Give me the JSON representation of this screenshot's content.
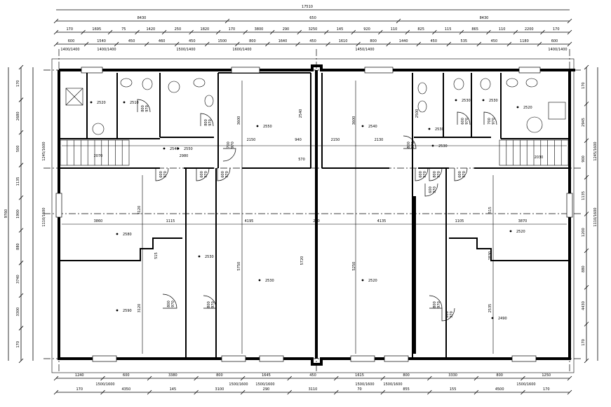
{
  "dims": {
    "top_total": "17510",
    "top_row1": [
      "8430",
      "650",
      "8430"
    ],
    "top_row2": [
      "170",
      "1695",
      "75",
      "1420",
      "250",
      "1820",
      "170",
      "3800",
      "290",
      "3250",
      "145",
      "920",
      "110",
      "825",
      "115",
      "865",
      "110",
      "2200",
      "170"
    ],
    "top_row3": [
      "600",
      "1540",
      "450",
      "460",
      "450",
      "1500",
      "800",
      "1640",
      "450",
      "1610",
      "800",
      "1440",
      "450",
      "535",
      "450",
      "1180",
      "600"
    ],
    "top_row3_sub": [
      "1400/1400",
      "1400/1400",
      "1500/1400",
      "1600/1400",
      "1450/1400",
      "1400/1400"
    ],
    "bottom_row1": [
      "1240",
      "600",
      "3380",
      "800",
      "1645",
      "450",
      "1615",
      "800",
      "3330",
      "800",
      "1250"
    ],
    "bottom_row1_sub": [
      "1500/1600",
      "1500/1600",
      "1500/1600",
      "1500/1600",
      "1500/1600",
      "1500/1600"
    ],
    "bottom_row2": [
      "170",
      "4350",
      "145",
      "3100",
      "290",
      "3110",
      "70",
      "855",
      "155",
      "4500",
      "170"
    ],
    "left_total": "9760",
    "left_col": [
      "170",
      "2680",
      "500",
      "1135",
      "1900",
      "880",
      "3740",
      "3300",
      "170"
    ],
    "left_col_sub": [
      "1245/1600",
      "1110/1600"
    ],
    "right_col": [
      "170",
      "2945",
      "900",
      "1135",
      "1200",
      "880",
      "4430",
      "170"
    ],
    "right_col_sub": [
      "1245/1600",
      "1110/1600"
    ]
  },
  "rooms": [
    {
      "id": "bath-left",
      "area": "2520"
    },
    {
      "id": "wc-left",
      "area": "2510"
    },
    {
      "id": "kitchen-left",
      "area": "2550"
    },
    {
      "id": "living-left",
      "area": "2550"
    },
    {
      "id": "hall-left",
      "area": "2540"
    },
    {
      "id": "room-left-top",
      "area": "2580"
    },
    {
      "id": "room-left-bottom",
      "area": "2590"
    },
    {
      "id": "corridor-left",
      "area": "2530"
    },
    {
      "id": "large-left",
      "area": "2530"
    },
    {
      "id": "kitchen-right",
      "area": "2540"
    },
    {
      "id": "large-right",
      "area": "2520"
    },
    {
      "id": "bath-right",
      "area": "2530"
    },
    {
      "id": "wc-right-a",
      "area": "2530"
    },
    {
      "id": "wc-right-b",
      "area": "2530"
    },
    {
      "id": "hall-right",
      "area": "2530"
    },
    {
      "id": "hall-right-2",
      "area": "2520"
    },
    {
      "id": "room-right-top",
      "area": "2520"
    },
    {
      "id": "room-right-bottom",
      "area": "2490"
    }
  ],
  "inner_dims": {
    "left": [
      "3860",
      "1115",
      "4195",
      "290",
      "4135",
      "1105",
      "3870"
    ],
    "stairs": [
      "2070",
      "2030"
    ],
    "hall": [
      "2980",
      "2150",
      "940",
      "570",
      "2150",
      "2130"
    ],
    "heights": [
      "3600",
      "2540",
      "2500",
      "3600",
      "5750",
      "5720",
      "5250",
      "3120",
      "3120",
      "2535",
      "515",
      "515",
      "2830"
    ]
  },
  "doors": [
    "970",
    "970",
    "970",
    "970",
    "970",
    "970",
    "970",
    "970",
    "970",
    "970",
    "970",
    "970",
    "970",
    "970",
    "970",
    "970"
  ],
  "door_labels": [
    "600",
    "600",
    "600",
    "700",
    "800",
    "800",
    "800",
    "600",
    "800",
    "600",
    "600",
    "600",
    "700",
    "800",
    "800",
    "800"
  ]
}
